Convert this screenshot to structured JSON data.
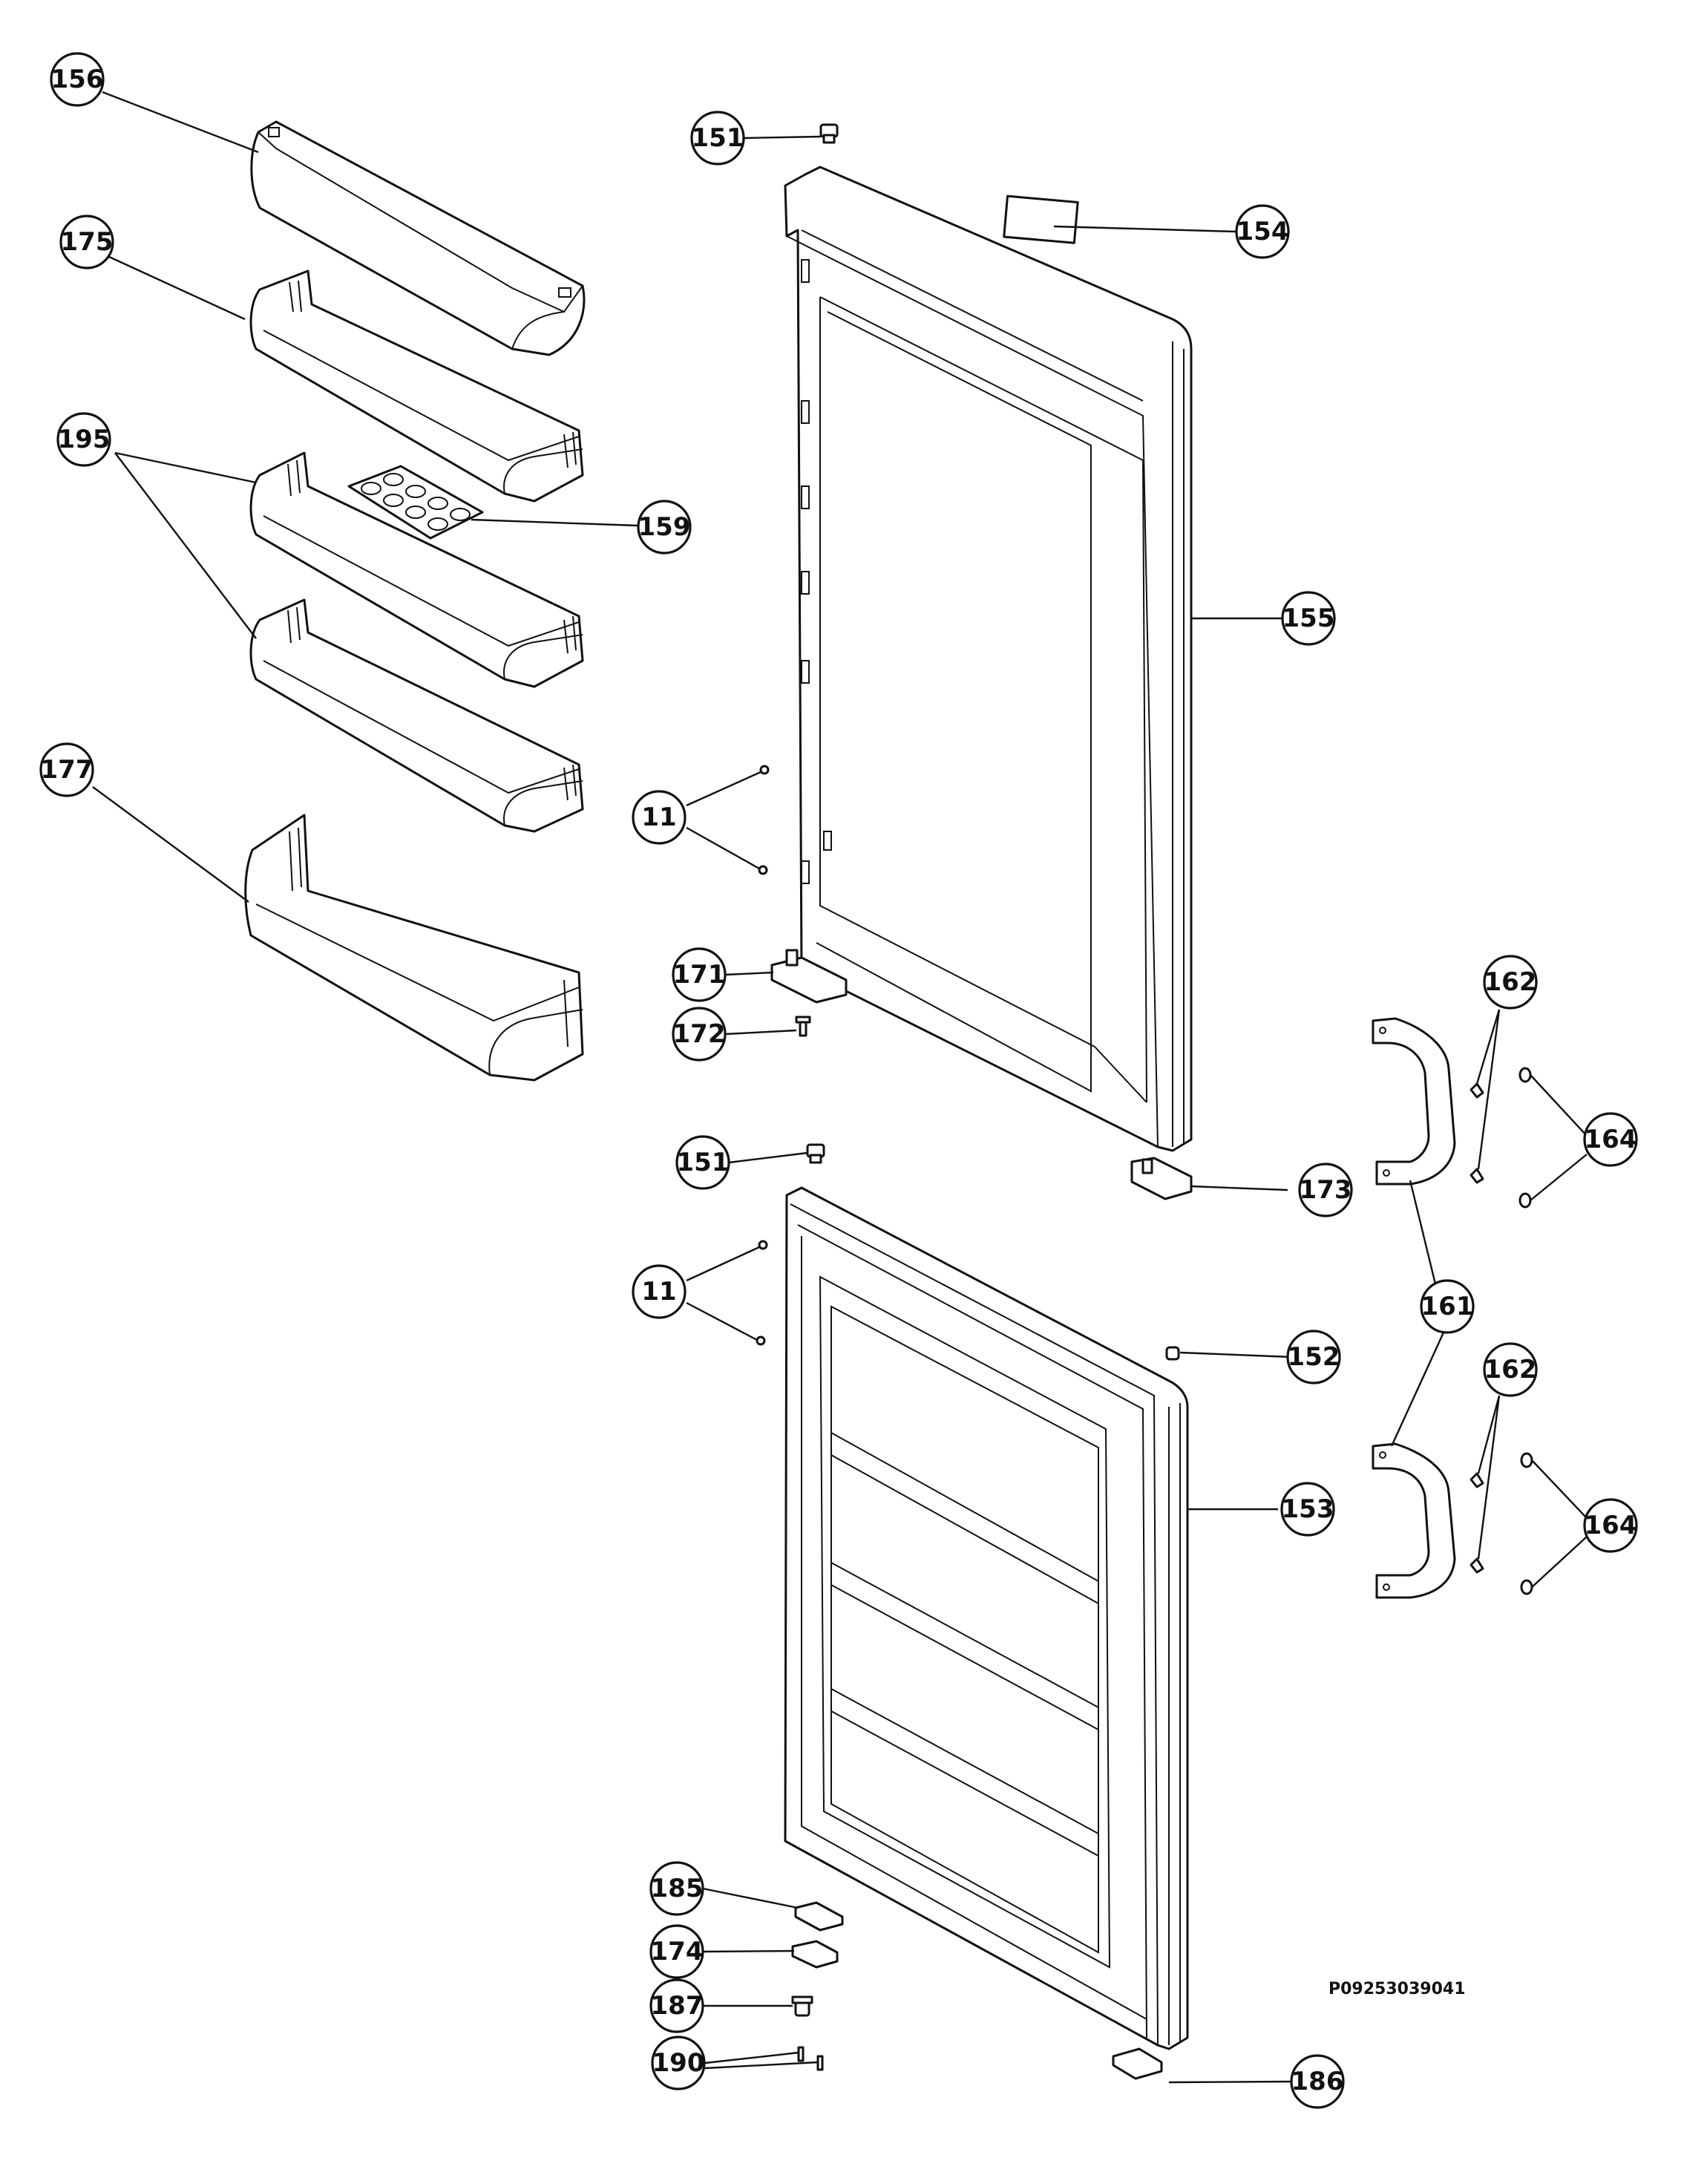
{
  "drawing": {
    "code": "P09253039041"
  },
  "callouts": [
    {
      "id": "c-156",
      "label": "156"
    },
    {
      "id": "c-175",
      "label": "175"
    },
    {
      "id": "c-195",
      "label": "195"
    },
    {
      "id": "c-159",
      "label": "159"
    },
    {
      "id": "c-177",
      "label": "177"
    },
    {
      "id": "c-151a",
      "label": "151"
    },
    {
      "id": "c-154",
      "label": "154"
    },
    {
      "id": "c-155",
      "label": "155"
    },
    {
      "id": "c-11a",
      "label": "11"
    },
    {
      "id": "c-171",
      "label": "171"
    },
    {
      "id": "c-172",
      "label": "172"
    },
    {
      "id": "c-162a",
      "label": "162"
    },
    {
      "id": "c-164a",
      "label": "164"
    },
    {
      "id": "c-151b",
      "label": "151"
    },
    {
      "id": "c-173",
      "label": "173"
    },
    {
      "id": "c-11b",
      "label": "11"
    },
    {
      "id": "c-161",
      "label": "161"
    },
    {
      "id": "c-152",
      "label": "152"
    },
    {
      "id": "c-162b",
      "label": "162"
    },
    {
      "id": "c-153",
      "label": "153"
    },
    {
      "id": "c-164b",
      "label": "164"
    },
    {
      "id": "c-185",
      "label": "185"
    },
    {
      "id": "c-174",
      "label": "174"
    },
    {
      "id": "c-187",
      "label": "187"
    },
    {
      "id": "c-190",
      "label": "190"
    },
    {
      "id": "c-186",
      "label": "186"
    }
  ]
}
